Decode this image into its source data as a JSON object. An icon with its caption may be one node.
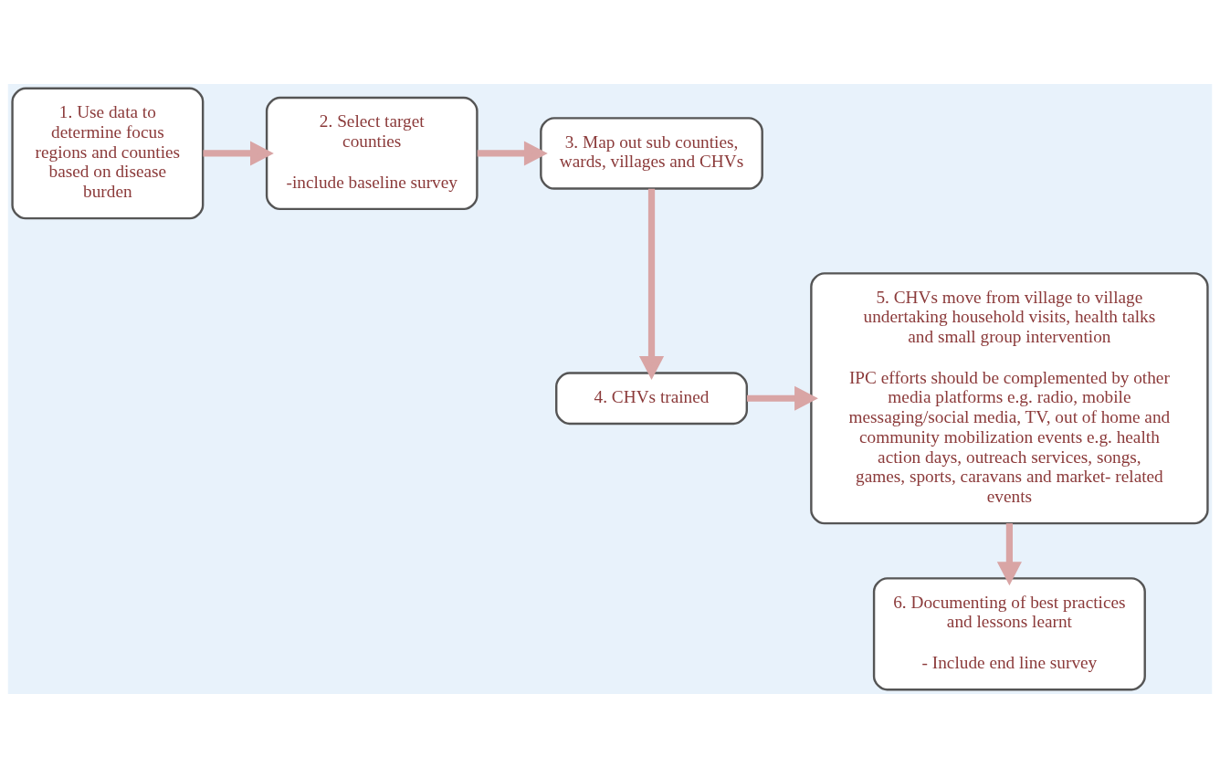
{
  "diagram": {
    "nodes": [
      {
        "text": [
          "1. Use data to determine focus regions and counties based on disease burden"
        ]
      },
      {
        "text": [
          "2. Select target counties",
          "-include baseline survey"
        ]
      },
      {
        "text": [
          "3. Map out sub counties, wards, villages and CHVs"
        ]
      },
      {
        "text": [
          "4. CHVs trained"
        ]
      },
      {
        "text": [
          "5. CHVs move from village to village undertaking household visits, health talks and small group intervention",
          "IPC efforts should be complemented by other media platforms e.g. radio, mobile messaging/social media, TV, out of home and community mobilization events e.g. health action days, outreach services, songs, games, sports, caravans and market- related events"
        ]
      },
      {
        "text": [
          "6. Documenting of best practices and lessons learnt",
          "- Include end line survey"
        ]
      }
    ],
    "edges": [
      {
        "from": 0,
        "to": 1,
        "arrow": "to"
      },
      {
        "from": 1,
        "to": 2,
        "arrow": "to"
      },
      {
        "from": 2,
        "to": 3,
        "arrow": "to"
      },
      {
        "from": 3,
        "to": 4,
        "arrow": "to"
      },
      {
        "from": 4,
        "to": 5,
        "arrow": "to"
      }
    ]
  }
}
